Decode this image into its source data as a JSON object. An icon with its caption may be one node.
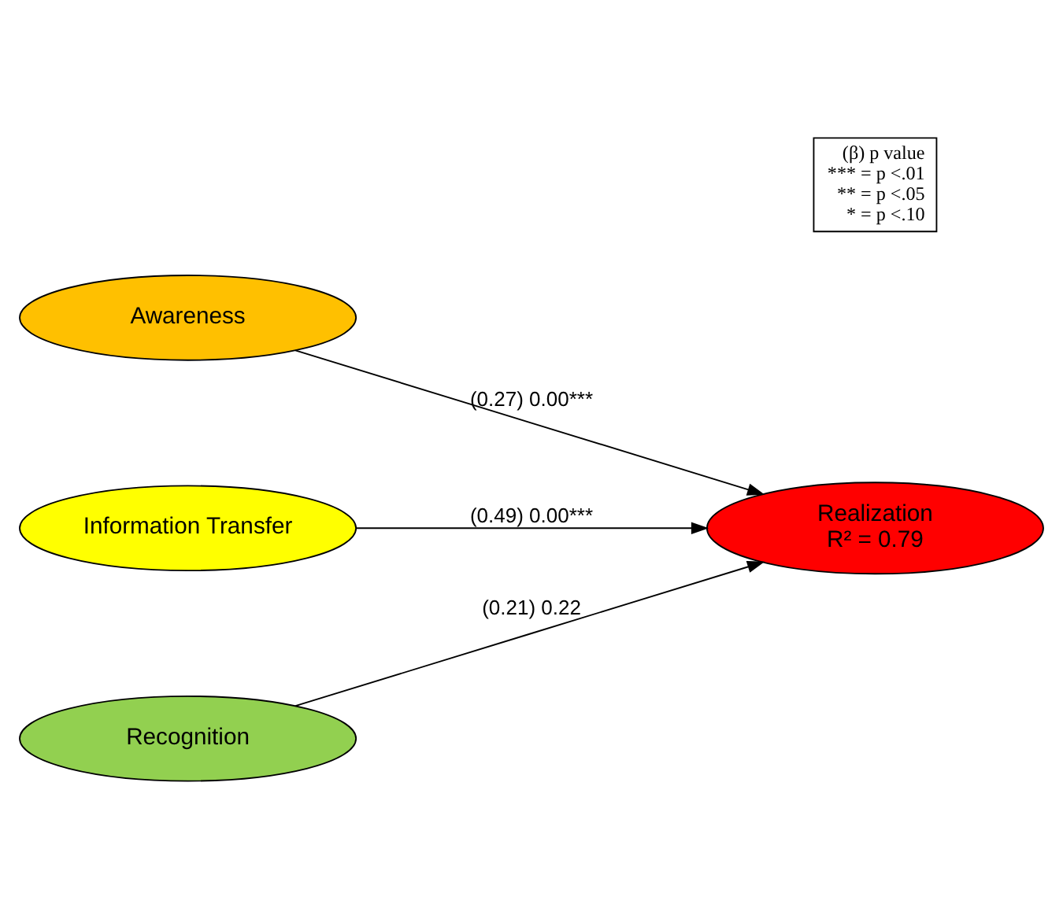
{
  "diagram": {
    "nodes": [
      {
        "text": [
          "Awareness"
        ]
      },
      {
        "text": [
          "Information Transfer"
        ]
      },
      {
        "text": [
          "Recognition"
        ]
      },
      {
        "text": [
          "Realization",
          "R² = 0.79"
        ]
      },
      {
        "text": [
          "(β) p value",
          "*** = p <.01",
          "** = p <.05",
          "* = p <.10"
        ]
      }
    ],
    "edges": [
      {
        "from": 0,
        "to": 3,
        "arrow": "to",
        "label": "(0.27) 0.00***"
      },
      {
        "from": 1,
        "to": 3,
        "arrow": "to",
        "label": "(0.49) 0.00***"
      },
      {
        "from": 2,
        "to": 3,
        "arrow": "to",
        "label": "(0.21) 0.22"
      }
    ]
  }
}
